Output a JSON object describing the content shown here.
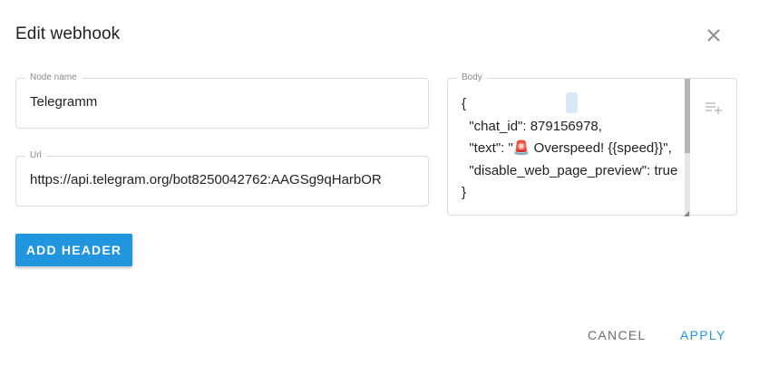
{
  "dialog": {
    "title": "Edit webhook",
    "close_icon": "close-icon"
  },
  "fields": {
    "node_name": {
      "label": "Node name",
      "value": "Telegramm"
    },
    "url": {
      "label": "Url",
      "value": "https://api.telegram.org/bot8250042762:AAGSg9qHarbOR"
    },
    "body": {
      "label": "Body",
      "value": "{\n  \"chat_id\": 879156978,\n  \"text\": \"🚨 Overspeed! {{speed}}\",\n  \"disable_web_page_preview\": true\n}",
      "side_icon": "playlist-add-icon"
    }
  },
  "buttons": {
    "add_header": "ADD HEADER",
    "cancel": "CANCEL",
    "apply": "APPLY"
  },
  "colors": {
    "accent": "#2196de",
    "muted": "#6e6e6e"
  }
}
